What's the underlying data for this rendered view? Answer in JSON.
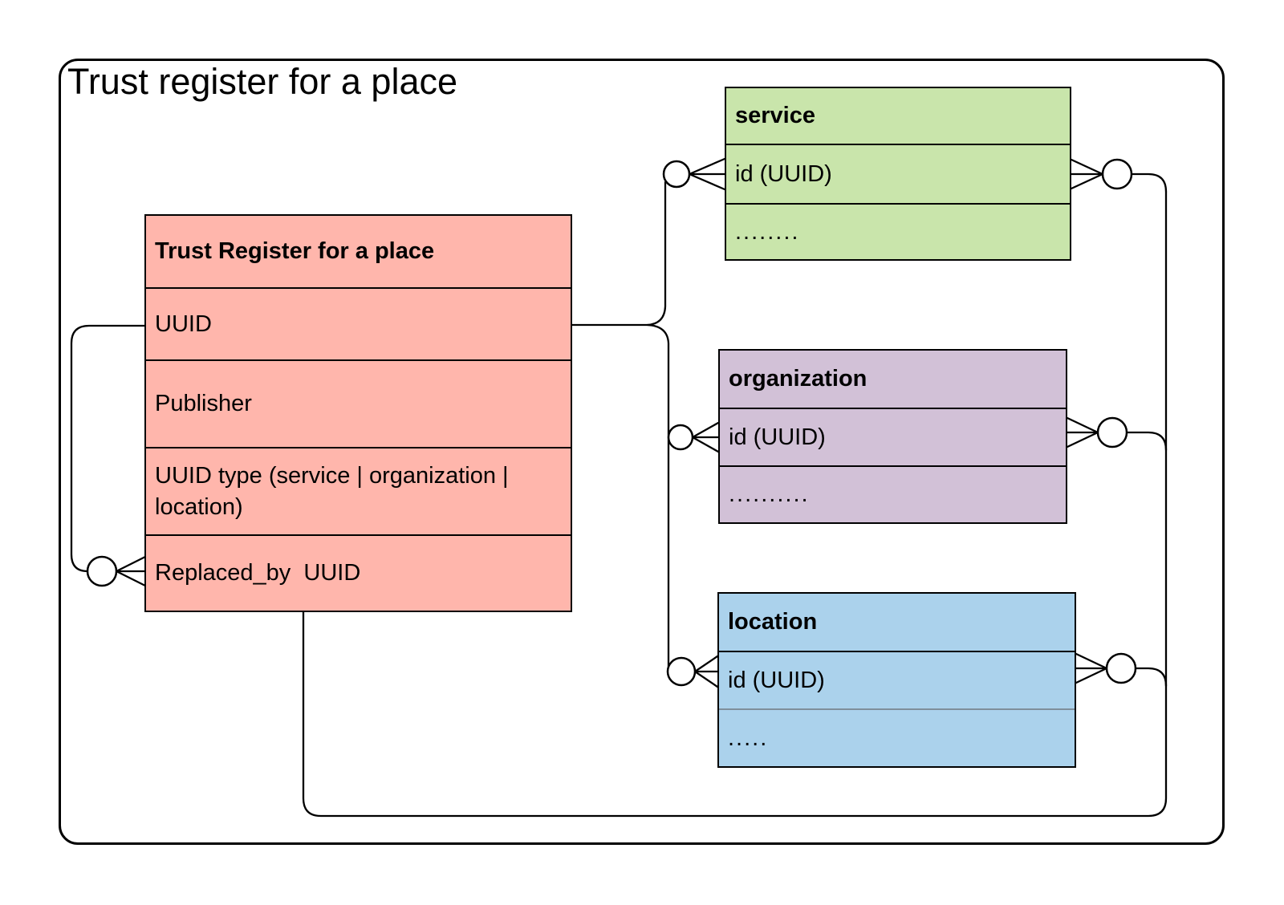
{
  "diagram": {
    "title": "Trust register for a place"
  },
  "colors": {
    "trust_register": "#ffb6ac",
    "service": "#c9e5ab",
    "organization": "#d2c1d7",
    "location": "#abd2ec",
    "stroke": "#000000"
  },
  "entities": {
    "trust_register": {
      "title": "Trust Register for a place",
      "fields": [
        "UUID",
        "Publisher",
        "UUID type (service | organization | location)",
        "Replaced_by  UUID"
      ]
    },
    "service": {
      "title": "service",
      "fields": [
        "id (UUID)",
        "........"
      ]
    },
    "organization": {
      "title": "organization",
      "fields": [
        "id (UUID)",
        ".........."
      ]
    },
    "location": {
      "title": "location",
      "fields": [
        "id (UUID)",
        "....."
      ]
    }
  }
}
